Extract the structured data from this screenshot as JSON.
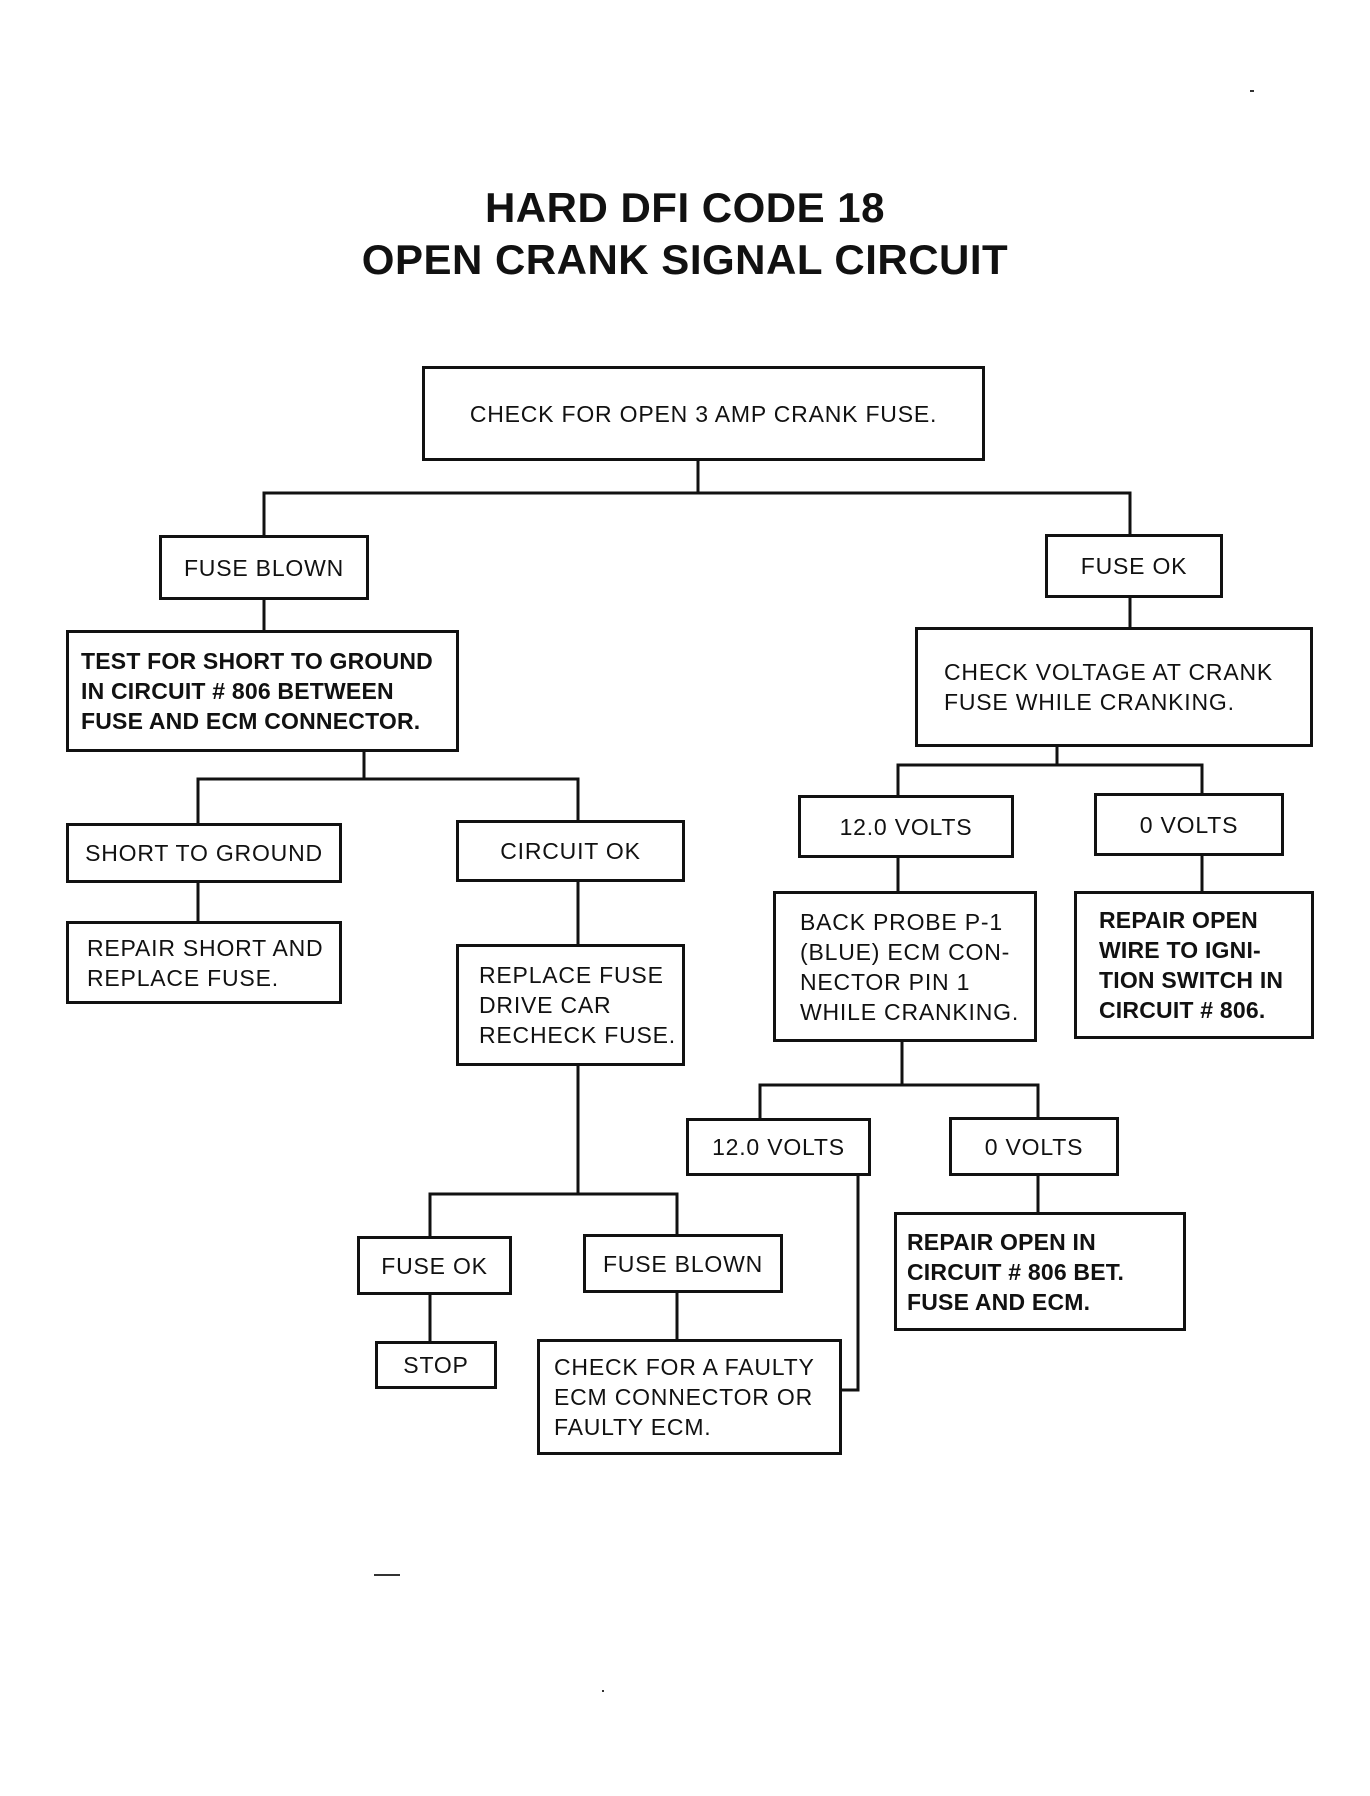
{
  "diagram": {
    "title_line1": "HARD DFI CODE 18",
    "title_line2": "OPEN CRANK SIGNAL CIRCUIT",
    "nodes": {
      "check_fuse": "CHECK FOR OPEN 3 AMP CRANK FUSE.",
      "fuse_blown_1": "FUSE BLOWN",
      "fuse_ok_1": "FUSE OK",
      "test_short": "TEST FOR SHORT TO GROUND\nIN CIRCUIT # 806 BETWEEN\nFUSE AND ECM CONNECTOR.",
      "check_voltage": "CHECK VOLTAGE AT CRANK\nFUSE WHILE CRANKING.",
      "short_to_ground": "SHORT TO GROUND",
      "circuit_ok": "CIRCUIT OK",
      "volts_12_a": "12.0 VOLTS",
      "volts_0_a": "0 VOLTS",
      "repair_short": "REPAIR SHORT AND\nREPLACE FUSE.",
      "replace_fuse": "REPLACE FUSE\nDRIVE CAR\nRECHECK FUSE.",
      "back_probe": "BACK PROBE P-1\n(BLUE) ECM CON-\nNECTOR PIN 1\nWHILE CRANKING.",
      "repair_open_wire": "REPAIR OPEN\nWIRE TO IGNI-\nTION SWITCH IN\nCIRCUIT # 806.",
      "volts_12_b": "12.0 VOLTS",
      "volts_0_b": "0 VOLTS",
      "fuse_ok_2": "FUSE OK",
      "fuse_blown_2": "FUSE BLOWN",
      "repair_open_circuit": "REPAIR OPEN IN\nCIRCUIT # 806 BET.\nFUSE AND ECM.",
      "stop": "STOP",
      "check_faulty": "CHECK FOR A FAULTY\nECM CONNECTOR OR\nFAULTY ECM."
    }
  }
}
